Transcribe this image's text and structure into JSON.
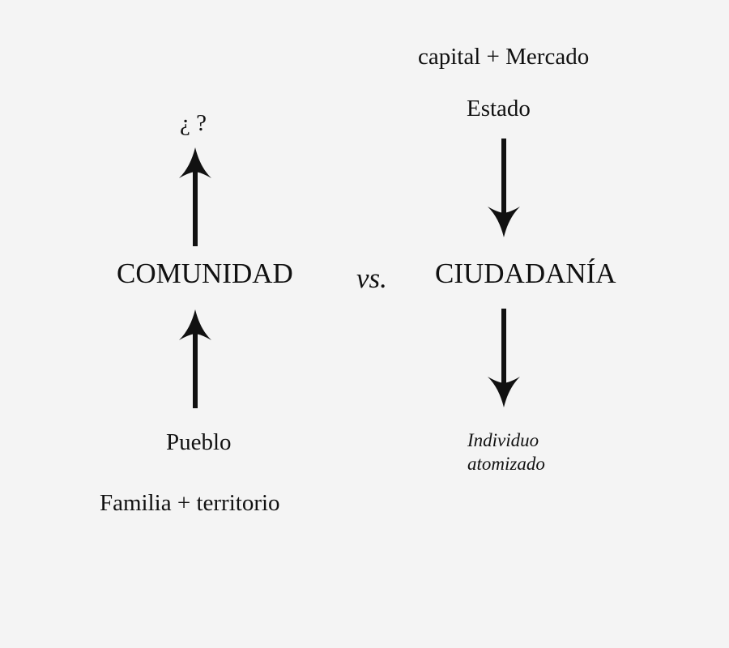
{
  "left_column": {
    "question": "¿ ?",
    "main": "COMUNIDAD",
    "pueblo": "Pueblo",
    "base": "Familia + territorio"
  },
  "center": {
    "versus": "vs."
  },
  "right_column": {
    "top": "capital + Mercado",
    "estado": "Estado",
    "main": "CIUDADANÍA",
    "result": "Individuo\natomizado"
  },
  "arrows": [
    {
      "name": "up-arrow-comunidad-to-question",
      "direction": "up"
    },
    {
      "name": "up-arrow-pueblo-to-comunidad",
      "direction": "up"
    },
    {
      "name": "down-arrow-estado-to-ciudadania",
      "direction": "down"
    },
    {
      "name": "down-arrow-ciudadania-to-individuo",
      "direction": "down"
    }
  ]
}
